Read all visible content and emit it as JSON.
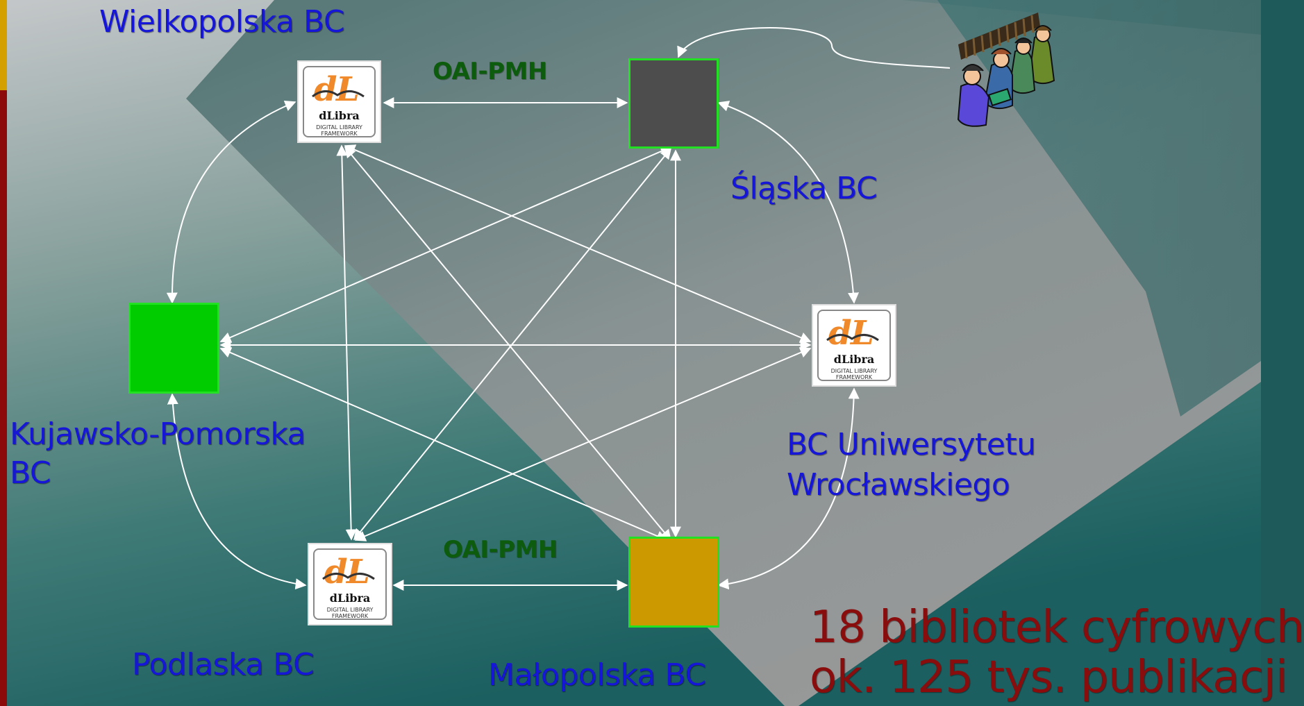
{
  "labels": {
    "wielkopolska": "Wielkopolska BC",
    "slaska": "Śląska BC",
    "kujawsko_line1": "Kujawsko-Pomorska",
    "kujawsko_line2": "BC",
    "bc_uniwersytetu_line1": "BC Uniwersytetu",
    "bc_uniwersytetu_line2": "Wrocławskiego",
    "podlaska": "Podlaska BC",
    "malopolska": "Małopolska BC",
    "oai_top": "OAI-PMH",
    "oai_bottom": "OAI-PMH"
  },
  "stats": {
    "line1": "18 bibliotek cyfrowych",
    "line2": "ok. 125 tys. publikacji"
  },
  "logo": {
    "letters": "dL",
    "name": "dLibra",
    "tagline1": "DIGITAL LIBRARY",
    "tagline2": "FRAMEWORK"
  },
  "colors": {
    "node_dark": "#4d4d4d",
    "node_green": "#00cc00",
    "node_gold": "#cc9900",
    "node_border": "#22e022",
    "label_blue": "#1616d8",
    "oai_green": "#0d5c0d",
    "stats_red": "#8a0d0d",
    "arrow": "#ffffff"
  }
}
